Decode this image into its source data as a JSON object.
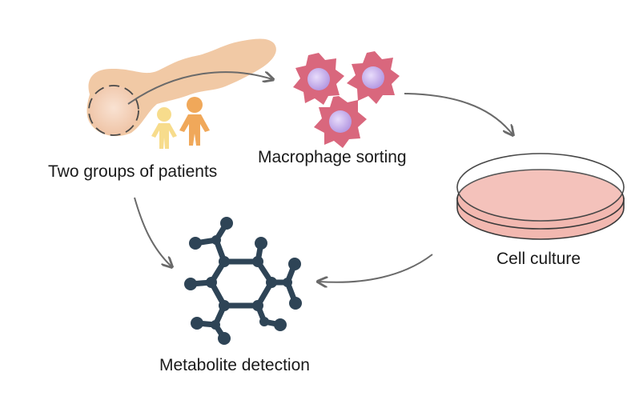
{
  "diagram": {
    "steps": [
      {
        "id": "patients",
        "label": "Two groups of patients",
        "icon": "pancreas-with-patients-icon"
      },
      {
        "id": "macrophage",
        "label": "Macrophage sorting",
        "icon": "macrophage-cells-icon"
      },
      {
        "id": "culture",
        "label": "Cell culture",
        "icon": "petri-dish-icon"
      },
      {
        "id": "metabolite",
        "label": "Metabolite detection",
        "icon": "molecule-structure-icon"
      }
    ],
    "flow": [
      "patients→macrophage",
      "macrophage→culture",
      "culture→metabolite",
      "patients→metabolite"
    ]
  },
  "colors": {
    "pancreas": "#f1c9a5",
    "person_light": "#f7dc8c",
    "person_orange": "#f0a85a",
    "cell_body": "#d9677d",
    "cell_nucleus": "#c8b4ec",
    "dish_fill": "#f2b8b0",
    "molecule": "#2e4456",
    "arrow": "#6a6a6a"
  }
}
